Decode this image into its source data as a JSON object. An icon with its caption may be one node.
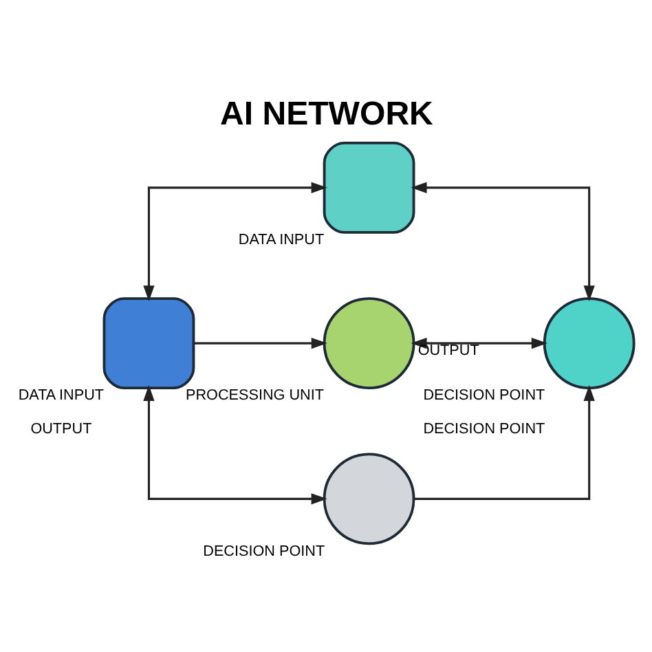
{
  "diagram": {
    "title": "AI NETWORK",
    "nodes": [
      {
        "text": [],
        "shape": "box",
        "beside": [
          "DATA INPUT"
        ]
      },
      {
        "text": [],
        "shape": "box",
        "beside": [
          "DATA INPUT",
          "OUTPUT"
        ]
      },
      {
        "text": [],
        "shape": "circle",
        "beside": [
          "PROCESSING UNIT"
        ]
      },
      {
        "text": [],
        "shape": "circle",
        "beside": [
          "DECISION POINT",
          "DECISION POINT"
        ]
      },
      {
        "text": [],
        "shape": "circle",
        "beside": [
          "DECISION POINT"
        ]
      }
    ],
    "edges": [
      {
        "from": 1,
        "to": 0,
        "arrow": "both"
      },
      {
        "from": 0,
        "to": 3,
        "arrow": "both"
      },
      {
        "from": 1,
        "to": 2,
        "arrow": "to"
      },
      {
        "from": 2,
        "to": 3,
        "arrow": "both",
        "label": "OUTPUT"
      },
      {
        "from": 1,
        "to": 4,
        "arrow": "both"
      },
      {
        "from": 4,
        "to": 3,
        "arrow": "to"
      }
    ]
  }
}
